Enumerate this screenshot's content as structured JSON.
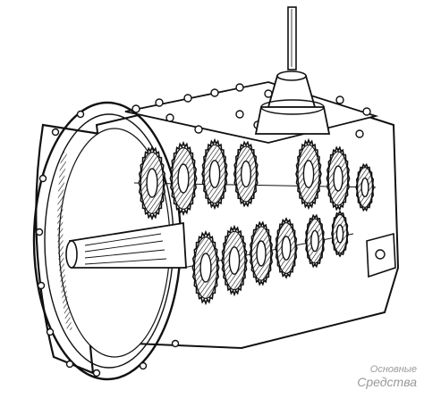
{
  "illustration": {
    "subject": "gearbox-cutaway",
    "colors": {
      "ink": "#111111",
      "paper": "#ffffff",
      "watermark": "#9a9a9a"
    }
  },
  "watermark": {
    "line1": "Основные",
    "line2": "Средства"
  }
}
